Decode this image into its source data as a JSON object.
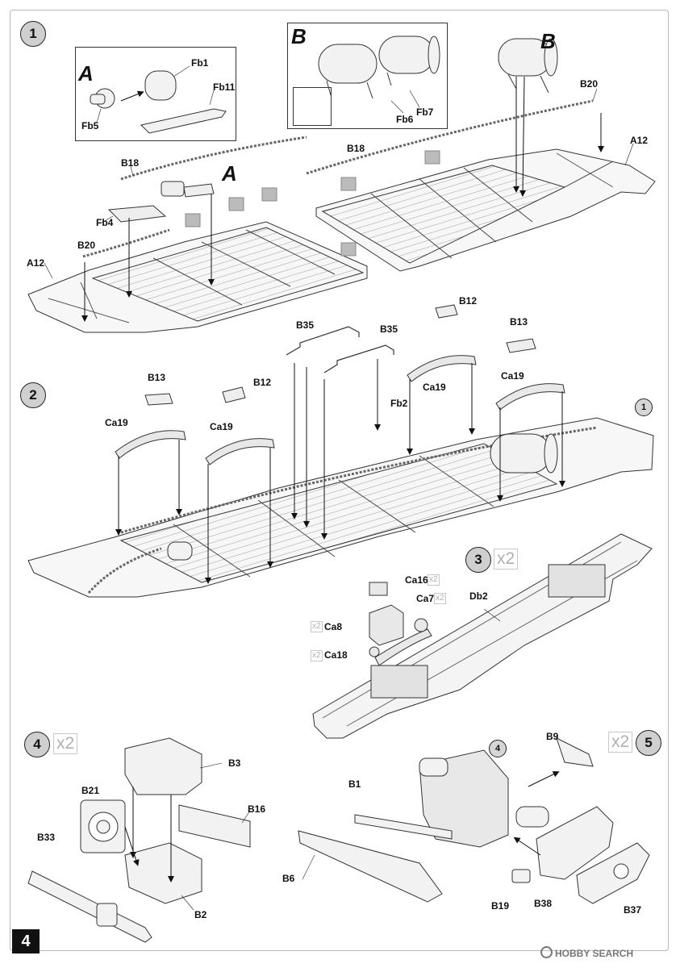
{
  "page_number": "4",
  "brand": "HOBBY SEARCH",
  "steps": {
    "s1": "1",
    "s2": "2",
    "s3": "3",
    "s4": "4",
    "s5": "5",
    "ref1": "1",
    "ref4": "4"
  },
  "multipliers": {
    "x2": "x2"
  },
  "callouts": {
    "A": "A",
    "B": "B"
  },
  "labels": {
    "Fb1": "Fb1",
    "Fb11": "Fb11",
    "Fb5": "Fb5",
    "Fb6": "Fb6",
    "Fb7": "Fb7",
    "B20": "B20",
    "A12": "A12",
    "B18": "B18",
    "Fb4": "Fb4",
    "B12": "B12",
    "B13": "B13",
    "B35": "B35",
    "Ca19": "Ca19",
    "Fb2": "Fb2",
    "Ca16": "Ca16",
    "Ca7": "Ca7",
    "Ca8": "Ca8",
    "Ca18": "Ca18",
    "Db2": "Db2",
    "B3": "B3",
    "B21": "B21",
    "B16": "B16",
    "B33": "B33",
    "B2": "B2",
    "B9": "B9",
    "B1": "B1",
    "B6": "B6",
    "B19": "B19",
    "B38": "B38",
    "B37": "B37"
  }
}
